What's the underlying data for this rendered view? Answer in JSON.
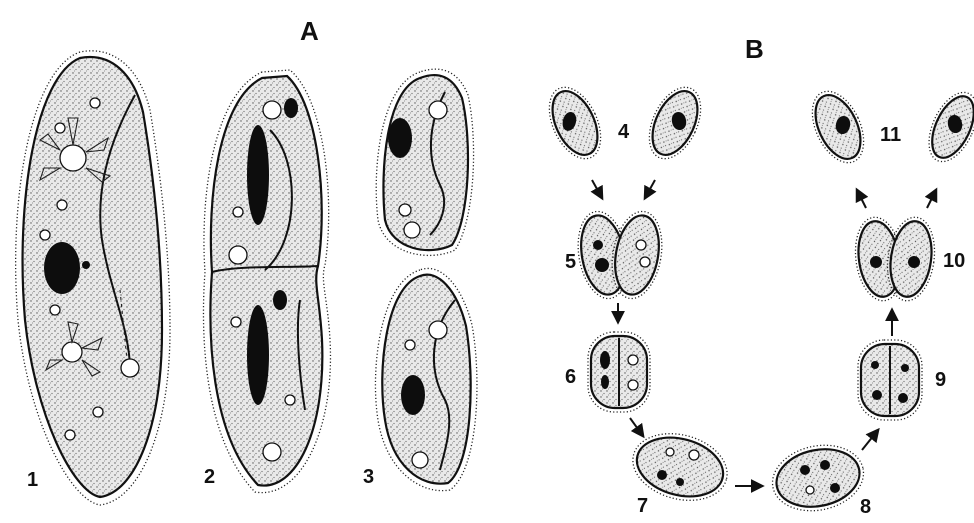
{
  "panels": {
    "A": "A",
    "B": "B"
  },
  "stage_labels": [
    "1",
    "2",
    "3",
    "4",
    "5",
    "6",
    "7",
    "8",
    "9",
    "10",
    "11"
  ]
}
